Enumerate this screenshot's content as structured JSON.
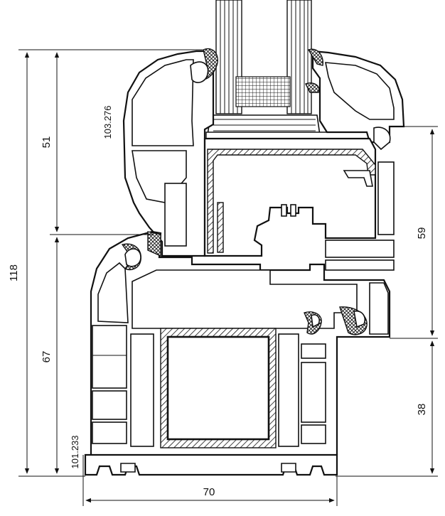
{
  "dimensions": {
    "total_height": "118",
    "sash_height": "51",
    "frame_height": "67",
    "right_upper": "59",
    "right_lower": "38",
    "width": "70"
  },
  "part_numbers": {
    "sash_profile": "103.276",
    "frame_profile": "101.233"
  }
}
